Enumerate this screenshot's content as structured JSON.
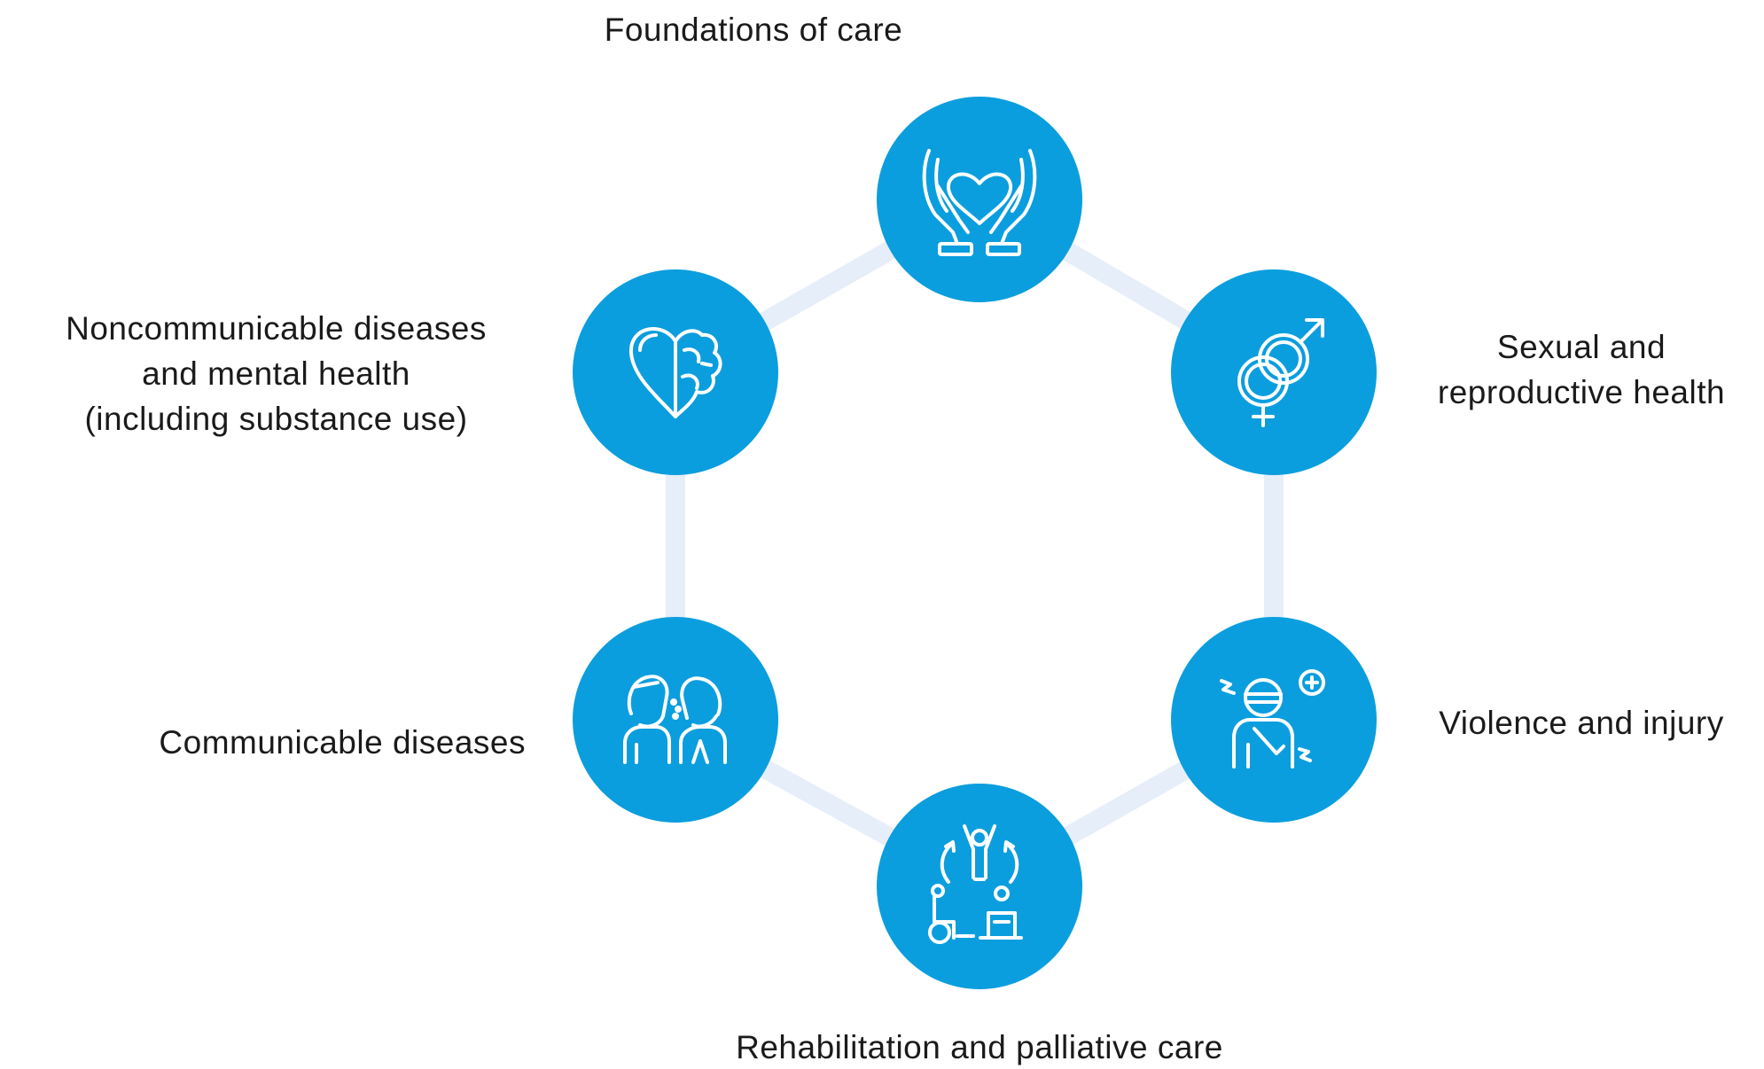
{
  "diagram": {
    "nodes": [
      {
        "id": "foundations",
        "icon": "caring-hands-heart-icon",
        "label_lines": [
          "Foundations of care"
        ]
      },
      {
        "id": "sexual",
        "icon": "gender-symbols-icon",
        "label_lines": [
          "Sexual and",
          "reproductive health"
        ]
      },
      {
        "id": "violence",
        "icon": "injured-person-icon",
        "label_lines": [
          "Violence and injury"
        ]
      },
      {
        "id": "rehab",
        "icon": "rehabilitation-icon",
        "label_lines": [
          "Rehabilitation and palliative care"
        ]
      },
      {
        "id": "communicable",
        "icon": "cough-transmission-icon",
        "label_lines": [
          "Communicable diseases"
        ]
      },
      {
        "id": "ncd",
        "icon": "heart-brain-icon",
        "label_lines": [
          "Noncommunicable diseases",
          "and mental health",
          "(including substance use)"
        ]
      }
    ]
  },
  "colors": {
    "node_fill": "#0b9ede",
    "connector": "#e6eef9",
    "icon_stroke": "#ffffff",
    "text": "#1a1a1a"
  }
}
